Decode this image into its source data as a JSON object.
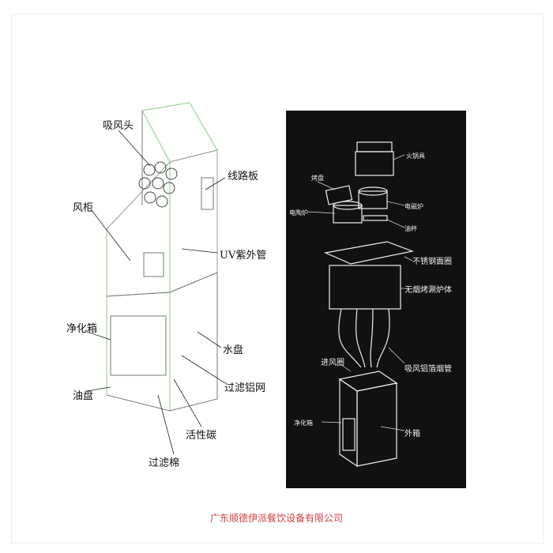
{
  "left_diagram": {
    "labels": [
      "吸风头",
      "线路板",
      "风柜",
      "UV紫外管",
      "净化箱",
      "水盘",
      "油盘",
      "过滤铝网",
      "活性碳",
      "过滤棉"
    ]
  },
  "right_diagram": {
    "labels": [
      "火锅具",
      "烤盘",
      "电磁炉",
      "电陶炉",
      "油杯",
      "不锈钢面圈",
      "无烟烤涮炉体",
      "进风圈",
      "吸风铝箔烟管",
      "净化箱",
      "外箱"
    ]
  },
  "footer": {
    "company": "广东顺德伊派餐饮设备有限公司"
  }
}
